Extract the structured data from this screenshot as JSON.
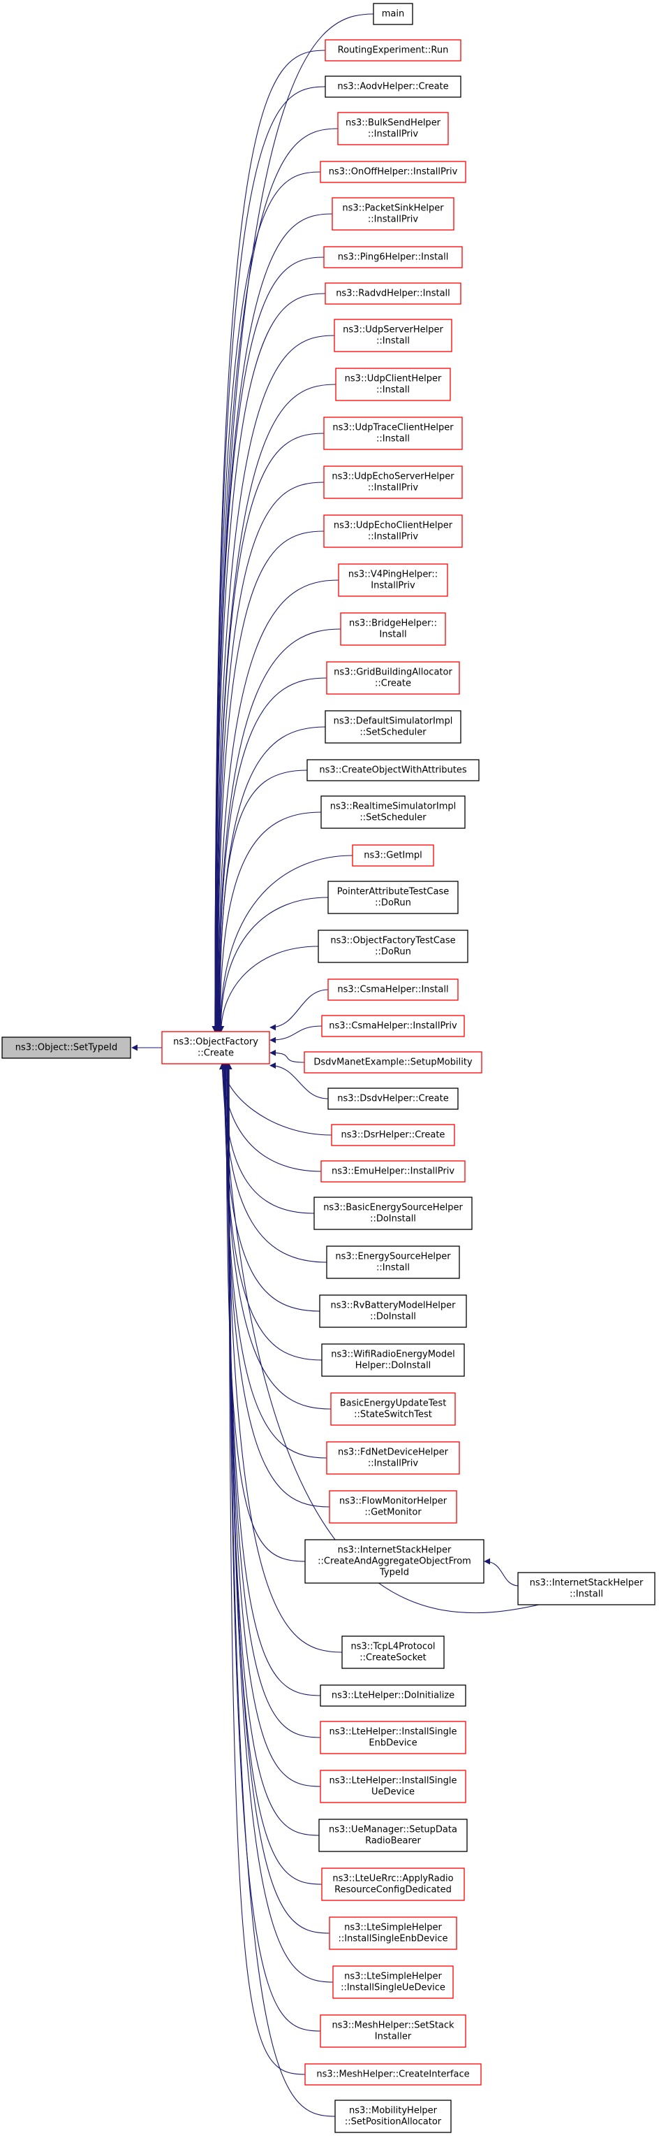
{
  "colors": {
    "edge": "#191970",
    "border_black": "#000000",
    "border_red": "#ff0000",
    "root_fill": "#bfbfbf",
    "node_fill": "#ffffff"
  },
  "root": {
    "lines": [
      "ns3::Object::SetTypeId"
    ]
  },
  "hub": {
    "lines": [
      "ns3::ObjectFactory",
      "::Create"
    ]
  },
  "side": {
    "lines": [
      "ns3::InternetStackHelper",
      "::Install"
    ]
  },
  "callers": [
    {
      "lines": [
        "main"
      ],
      "border": "black"
    },
    {
      "lines": [
        "RoutingExperiment::Run"
      ],
      "border": "red"
    },
    {
      "lines": [
        "ns3::AodvHelper::Create"
      ],
      "border": "black"
    },
    {
      "lines": [
        "ns3::BulkSendHelper",
        "::InstallPriv"
      ],
      "border": "red"
    },
    {
      "lines": [
        "ns3::OnOffHelper::InstallPriv"
      ],
      "border": "red"
    },
    {
      "lines": [
        "ns3::PacketSinkHelper",
        "::InstallPriv"
      ],
      "border": "red"
    },
    {
      "lines": [
        "ns3::Ping6Helper::Install"
      ],
      "border": "red"
    },
    {
      "lines": [
        "ns3::RadvdHelper::Install"
      ],
      "border": "red"
    },
    {
      "lines": [
        "ns3::UdpServerHelper",
        "::Install"
      ],
      "border": "red"
    },
    {
      "lines": [
        "ns3::UdpClientHelper",
        "::Install"
      ],
      "border": "red"
    },
    {
      "lines": [
        "ns3::UdpTraceClientHelper",
        "::Install"
      ],
      "border": "red"
    },
    {
      "lines": [
        "ns3::UdpEchoServerHelper",
        "::InstallPriv"
      ],
      "border": "red"
    },
    {
      "lines": [
        "ns3::UdpEchoClientHelper",
        "::InstallPriv"
      ],
      "border": "red"
    },
    {
      "lines": [
        "ns3::V4PingHelper::",
        "InstallPriv"
      ],
      "border": "red"
    },
    {
      "lines": [
        "ns3::BridgeHelper::",
        "Install"
      ],
      "border": "red"
    },
    {
      "lines": [
        "ns3::GridBuildingAllocator",
        "::Create"
      ],
      "border": "red"
    },
    {
      "lines": [
        "ns3::DefaultSimulatorImpl",
        "::SetScheduler"
      ],
      "border": "black"
    },
    {
      "lines": [
        "ns3::CreateObjectWithAttributes"
      ],
      "border": "black"
    },
    {
      "lines": [
        "ns3::RealtimeSimulatorImpl",
        "::SetScheduler"
      ],
      "border": "black"
    },
    {
      "lines": [
        "ns3::GetImpl"
      ],
      "border": "red"
    },
    {
      "lines": [
        "PointerAttributeTestCase",
        "::DoRun"
      ],
      "border": "black"
    },
    {
      "lines": [
        "ns3::ObjectFactoryTestCase",
        "::DoRun"
      ],
      "border": "black"
    },
    {
      "lines": [
        "ns3::CsmaHelper::Install"
      ],
      "border": "red"
    },
    {
      "lines": [
        "ns3::CsmaHelper::InstallPriv"
      ],
      "border": "red"
    },
    {
      "lines": [
        "DsdvManetExample::SetupMobility"
      ],
      "border": "red"
    },
    {
      "lines": [
        "ns3::DsdvHelper::Create"
      ],
      "border": "black"
    },
    {
      "lines": [
        "ns3::DsrHelper::Create"
      ],
      "border": "red"
    },
    {
      "lines": [
        "ns3::EmuHelper::InstallPriv"
      ],
      "border": "red"
    },
    {
      "lines": [
        "ns3::BasicEnergySourceHelper",
        "::DoInstall"
      ],
      "border": "black"
    },
    {
      "lines": [
        "ns3::EnergySourceHelper",
        "::Install"
      ],
      "border": "black"
    },
    {
      "lines": [
        "ns3::RvBatteryModelHelper",
        "::DoInstall"
      ],
      "border": "black"
    },
    {
      "lines": [
        "ns3::WifiRadioEnergyModel",
        "Helper::DoInstall"
      ],
      "border": "black"
    },
    {
      "lines": [
        "BasicEnergyUpdateTest",
        "::StateSwitchTest"
      ],
      "border": "red"
    },
    {
      "lines": [
        "ns3::FdNetDeviceHelper",
        "::InstallPriv"
      ],
      "border": "red"
    },
    {
      "lines": [
        "ns3::FlowMonitorHelper",
        "::GetMonitor"
      ],
      "border": "red"
    },
    {
      "lines": [
        "ns3::InternetStackHelper",
        "::CreateAndAggregateObjectFrom",
        "TypeId"
      ],
      "border": "black"
    },
    {
      "lines": [
        "ns3::TcpL4Protocol",
        "::CreateSocket"
      ],
      "border": "black"
    },
    {
      "lines": [
        "ns3::LteHelper::DoInitialize"
      ],
      "border": "black"
    },
    {
      "lines": [
        "ns3::LteHelper::InstallSingle",
        "EnbDevice"
      ],
      "border": "red"
    },
    {
      "lines": [
        "ns3::LteHelper::InstallSingle",
        "UeDevice"
      ],
      "border": "red"
    },
    {
      "lines": [
        "ns3::UeManager::SetupData",
        "RadioBearer"
      ],
      "border": "black"
    },
    {
      "lines": [
        "ns3::LteUeRrc::ApplyRadio",
        "ResourceConfigDedicated"
      ],
      "border": "red"
    },
    {
      "lines": [
        "ns3::LteSimpleHelper",
        "::InstallSingleEnbDevice"
      ],
      "border": "red"
    },
    {
      "lines": [
        "ns3::LteSimpleHelper",
        "::InstallSingleUeDevice"
      ],
      "border": "red"
    },
    {
      "lines": [
        "ns3::MeshHelper::SetStack",
        "Installer"
      ],
      "border": "red"
    },
    {
      "lines": [
        "ns3::MeshHelper::CreateInterface"
      ],
      "border": "red"
    },
    {
      "lines": [
        "ns3::MobilityHelper",
        "::SetPositionAllocator"
      ],
      "border": "black"
    }
  ]
}
